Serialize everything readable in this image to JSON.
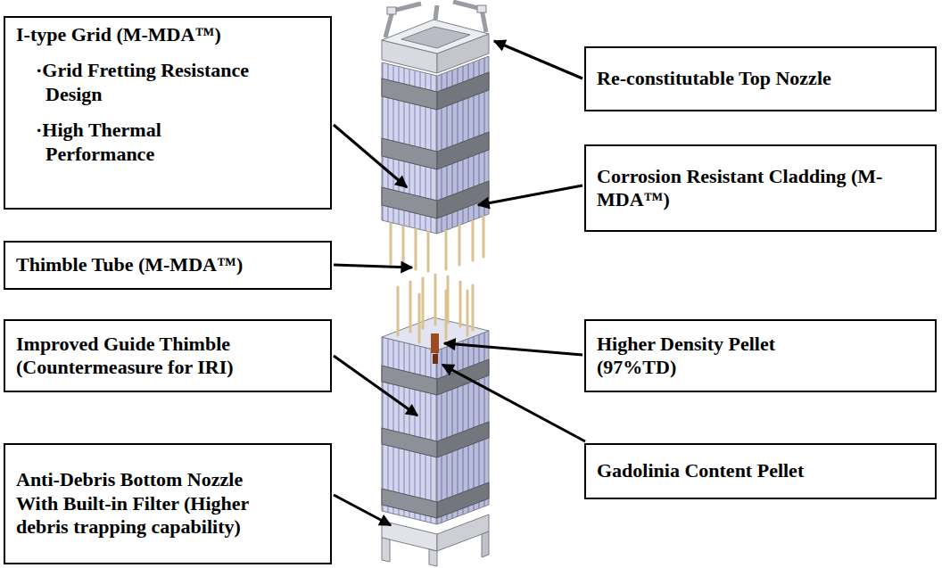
{
  "diagram": {
    "nodes": [
      {
        "text": [
          "I-type Grid (M-MDA™)",
          "·Grid Fretting Resistance Design",
          "·High Thermal Performance"
        ]
      },
      {
        "text": [
          "Re-constitutable Top Nozzle"
        ]
      },
      {
        "text": [
          "Corrosion Resistant Cladding (M-MDA™)"
        ]
      },
      {
        "text": [
          "Thimble Tube (M-MDA™)"
        ]
      },
      {
        "text": [
          "Improved Guide Thimble (Countermeasure for IRI)"
        ]
      },
      {
        "text": [
          "Higher Density Pellet (97%TD)"
        ]
      },
      {
        "text": [
          "Gadolinia Content Pellet"
        ]
      },
      {
        "text": [
          "Anti-Debris Bottom Nozzle With Built-in Filter (Higher debris trapping capability)"
        ]
      }
    ]
  }
}
